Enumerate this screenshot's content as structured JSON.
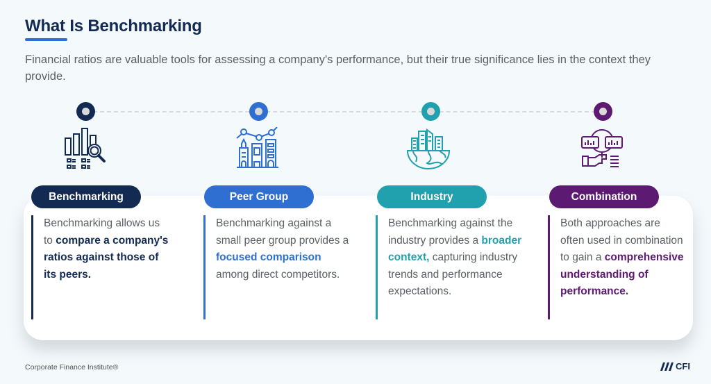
{
  "header": {
    "title": "What Is Benchmarking",
    "subtitle": "Financial ratios are valuable tools for assessing a company's performance, but their true significance lies in the context they provide."
  },
  "colors": {
    "navy": "#132a52",
    "blue": "#2f6fd1",
    "teal": "#21a0ad",
    "purple": "#5d1a72",
    "text": "#5a6066",
    "background": "#f4f9fc"
  },
  "steps": [
    {
      "label": "Benchmarking",
      "icon": "bar-chart-magnifier-icon",
      "color": "#132a52",
      "text_before": "Benchmarking allows us to ",
      "highlight": "compare a company's ratios against those of its peers.",
      "text_after": ""
    },
    {
      "label": "Peer Group",
      "icon": "buildings-line-chart-icon",
      "color": "#2f6fd1",
      "text_before": "Benchmarking against a small peer group provides a ",
      "highlight": "focused comparison",
      "text_after": " among direct competitors."
    },
    {
      "label": "Industry",
      "icon": "globe-city-icon",
      "color": "#21a0ad",
      "text_before": "Benchmarking against the industry provides a ",
      "highlight": "broader context,",
      "text_after": " capturing industry trends and performance expectations."
    },
    {
      "label": "Combination",
      "icon": "hand-magnifier-charts-icon",
      "color": "#5d1a72",
      "text_before": "Both approaches are often used in combination to gain a ",
      "highlight": "comprehensive understanding of performance.",
      "text_after": ""
    }
  ],
  "footer": {
    "credit": "Corporate Finance Institute®",
    "logo_text": "CFI"
  }
}
